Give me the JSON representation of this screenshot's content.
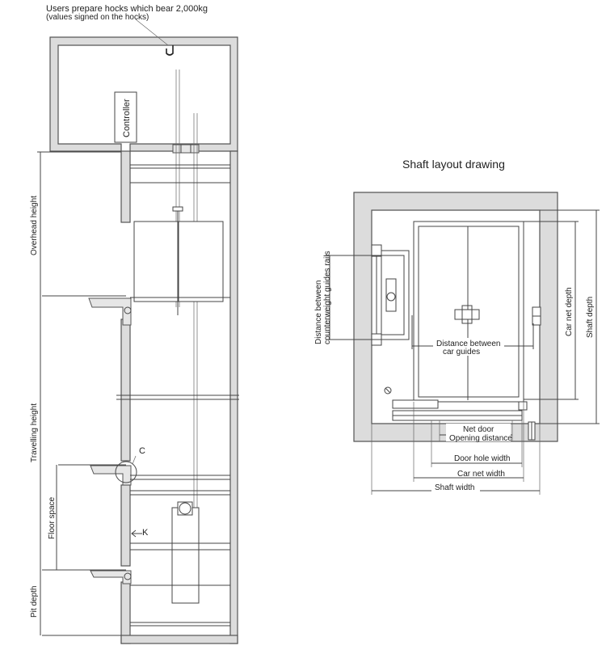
{
  "title": "Shaft layout drawing",
  "hook_note": {
    "line1": "Users prepare hocks which bear 2,000kg",
    "line2": "(values signed on the hocks)"
  },
  "section_view": {
    "controller": "Controller",
    "overhead_height": "Overhead height",
    "traveling_height": "Travelling height",
    "floor_space": "Floor space",
    "pit_depth": "Pit depth",
    "mark_c": "C",
    "mark_k": "K"
  },
  "plan_view": {
    "cwt_rails_distance_line1": "Distance between",
    "cwt_rails_distance_line2": "counterweight guides rails",
    "car_guides_distance_line1": "Distance between",
    "car_guides_distance_line2": "car guides",
    "car_net_depth": "Car net depth",
    "shaft_depth": "Shaft depth",
    "net_door_line1": "Net door",
    "net_door_line2": "Opening distance",
    "door_hole_width": "Door hole width",
    "car_net_width": "Car net width",
    "shaft_width": "Shaft width"
  }
}
